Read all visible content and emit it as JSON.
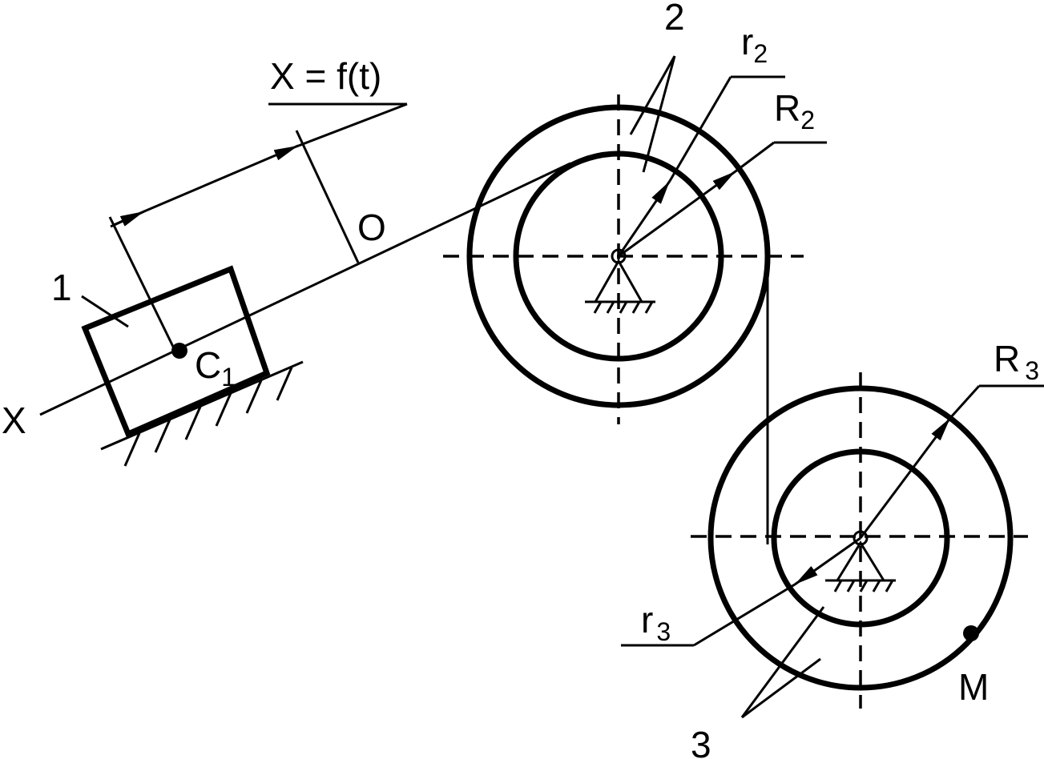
{
  "labels": {
    "axis_x": "X",
    "law": "X = f(t)",
    "origin": "O",
    "body1": "1",
    "body2": "2",
    "body3": "3",
    "c1_main": "C",
    "c1_sub": "1",
    "r2_main": "r",
    "r2_sub": "2",
    "R2_main": "R",
    "R2_sub": "2",
    "R3_main": "R",
    "R3_sub": "3",
    "r3_main": "r",
    "r3_sub": "3",
    "point_m": "M"
  },
  "colors": {
    "ink": "#000000",
    "paper": "#ffffff"
  }
}
